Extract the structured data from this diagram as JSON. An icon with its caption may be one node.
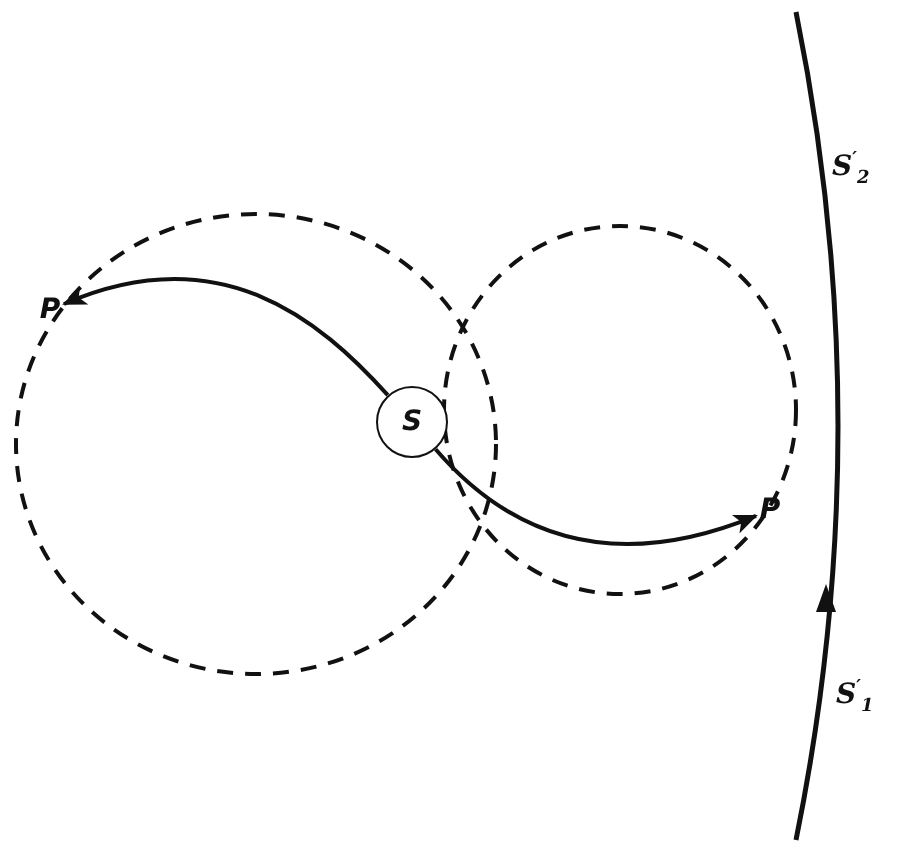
{
  "diagram": {
    "nodes": [
      {
        "text": [
          "S"
        ]
      },
      {
        "text": [
          "P"
        ]
      },
      {
        "text": [
          "P"
        ]
      }
    ],
    "edges": [
      {
        "from": 0,
        "to": 1,
        "arrow": "to"
      },
      {
        "from": 0,
        "to": 2,
        "arrow": "to"
      }
    ],
    "labels": [
      "S$^{′}$$_{2}$",
      "S$^{′}$$_{1}$"
    ]
  }
}
